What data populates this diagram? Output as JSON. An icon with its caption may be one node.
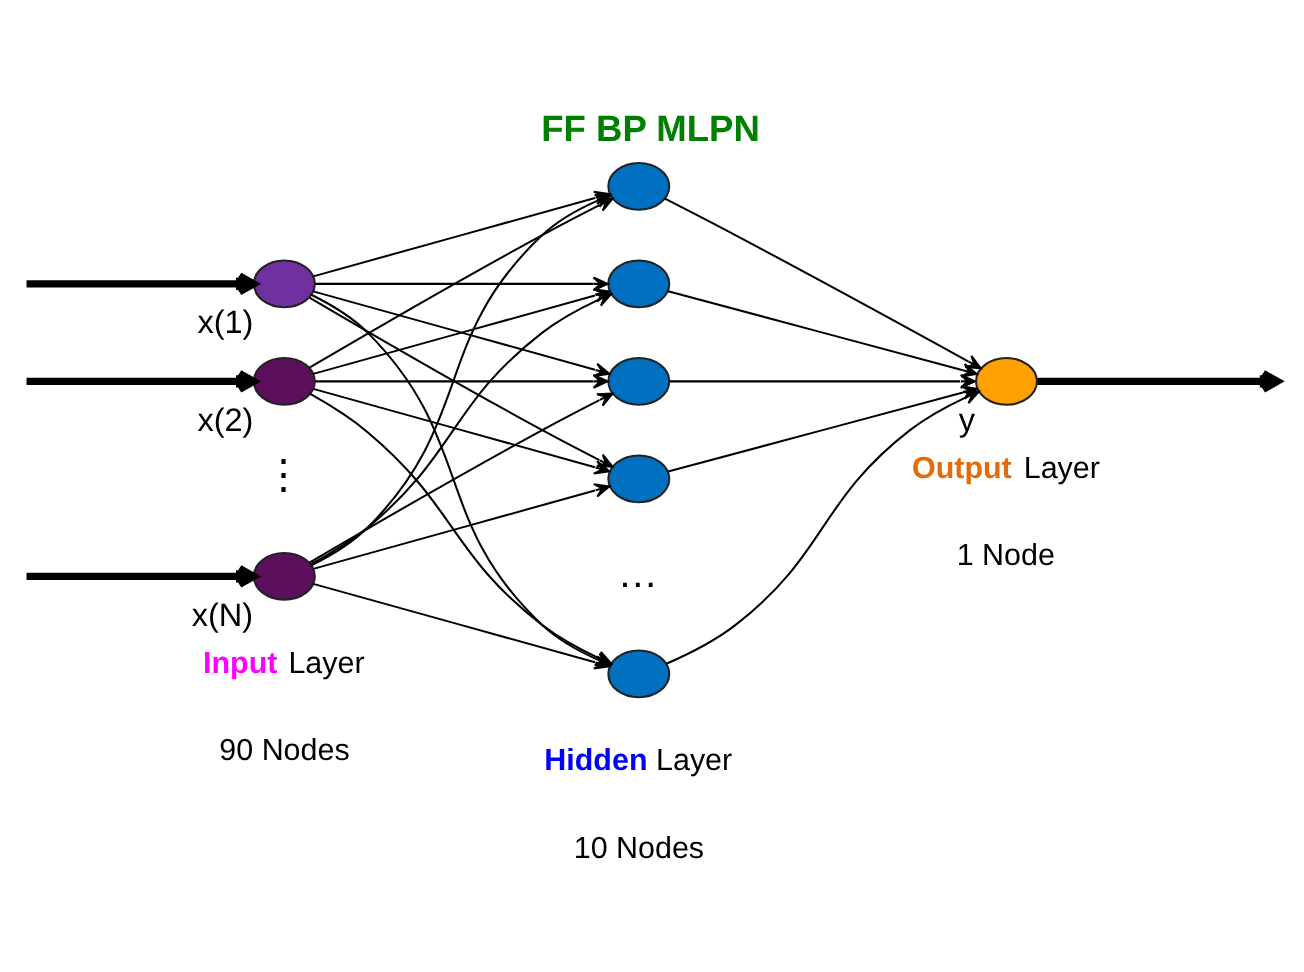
{
  "diagram": {
    "title": "FF BP MLPN",
    "nodes": [
      {
        "text": [],
        "shape": "circle",
        "beside": [
          "x(1)"
        ]
      },
      {
        "text": [],
        "shape": "circle",
        "beside": [
          "x(2)"
        ]
      },
      {
        "text": [],
        "shape": "circle",
        "beside": [
          "x(N)"
        ]
      },
      {
        "text": [],
        "shape": "circle"
      },
      {
        "text": [],
        "shape": "circle"
      },
      {
        "text": [],
        "shape": "circle"
      },
      {
        "text": [],
        "shape": "circle"
      },
      {
        "text": [],
        "shape": "circle"
      },
      {
        "text": [],
        "shape": "circle",
        "beside": [
          "y"
        ]
      }
    ],
    "edges": [
      {
        "from": null,
        "to": 0,
        "arrow": "to",
        "style": "thick"
      },
      {
        "from": null,
        "to": 1,
        "arrow": "to",
        "style": "thick"
      },
      {
        "from": null,
        "to": 2,
        "arrow": "to",
        "style": "thick"
      },
      {
        "from": 0,
        "to": 3,
        "arrow": "to"
      },
      {
        "from": 0,
        "to": 4,
        "arrow": "to"
      },
      {
        "from": 0,
        "to": 5,
        "arrow": "to"
      },
      {
        "from": 0,
        "to": 6,
        "arrow": "to"
      },
      {
        "from": 0,
        "to": 7,
        "arrow": "to"
      },
      {
        "from": 1,
        "to": 3,
        "arrow": "to"
      },
      {
        "from": 1,
        "to": 4,
        "arrow": "to"
      },
      {
        "from": 1,
        "to": 5,
        "arrow": "to"
      },
      {
        "from": 1,
        "to": 6,
        "arrow": "to"
      },
      {
        "from": 1,
        "to": 7,
        "arrow": "to"
      },
      {
        "from": 2,
        "to": 3,
        "arrow": "to"
      },
      {
        "from": 2,
        "to": 4,
        "arrow": "to"
      },
      {
        "from": 2,
        "to": 5,
        "arrow": "to"
      },
      {
        "from": 2,
        "to": 6,
        "arrow": "to"
      },
      {
        "from": 2,
        "to": 7,
        "arrow": "to"
      },
      {
        "from": 3,
        "to": 8,
        "arrow": "to"
      },
      {
        "from": 4,
        "to": 8,
        "arrow": "to"
      },
      {
        "from": 5,
        "to": 8,
        "arrow": "to"
      },
      {
        "from": 6,
        "to": 8,
        "arrow": "to"
      },
      {
        "from": 7,
        "to": 8,
        "arrow": "to"
      },
      {
        "from": 8,
        "to": null,
        "arrow": "to",
        "style": "thick"
      }
    ],
    "labels": [
      "⋮",
      "…",
      "Input Layer",
      "90 Nodes",
      "Hidden Layer",
      "10 Nodes",
      "Output Layer",
      "1 Node"
    ]
  }
}
